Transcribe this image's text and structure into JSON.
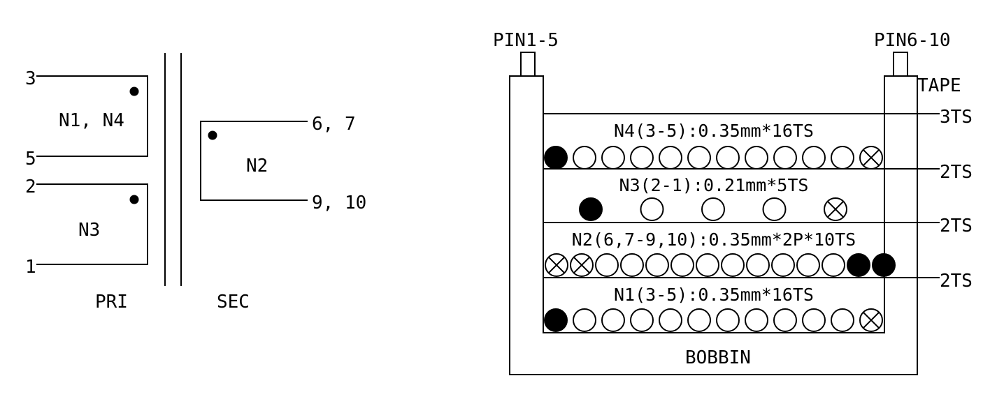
{
  "schematic": {
    "pins": {
      "p3": "3",
      "p5": "5",
      "p2": "2",
      "p1": "1",
      "p67": "6, 7",
      "p910": "9, 10"
    },
    "windings": {
      "n1n4": "N1, N4",
      "n3": "N3",
      "n2": "N2"
    },
    "sides": {
      "primary": "PRI",
      "secondary": "SEC"
    }
  },
  "cross_section": {
    "pin_left": "PIN1-5",
    "pin_right": "PIN6-10",
    "tape_label": "TAPE",
    "bobbin_label": "BOBBIN",
    "tape_counts": [
      "3TS",
      "2TS",
      "2TS",
      "2TS"
    ],
    "layers": [
      {
        "name": "N4(3-5):0.35mm*16TS",
        "wires": [
          "start",
          "empty",
          "empty",
          "empty",
          "empty",
          "empty",
          "empty",
          "empty",
          "empty",
          "empty",
          "empty",
          "end"
        ]
      },
      {
        "name": "N3(2-1):0.21mm*5TS",
        "wires": [
          "start",
          "empty",
          "empty",
          "empty",
          "end"
        ]
      },
      {
        "name": "N2(6,7-9,10):0.35mm*2P*10TS",
        "wires": [
          "end",
          "end",
          "empty",
          "empty",
          "empty",
          "empty",
          "empty",
          "empty",
          "empty",
          "empty",
          "empty",
          "empty",
          "start",
          "start"
        ]
      },
      {
        "name": "N1(3-5):0.35mm*16TS",
        "wires": [
          "start",
          "empty",
          "empty",
          "empty",
          "empty",
          "empty",
          "empty",
          "empty",
          "empty",
          "empty",
          "empty",
          "end"
        ]
      }
    ]
  }
}
